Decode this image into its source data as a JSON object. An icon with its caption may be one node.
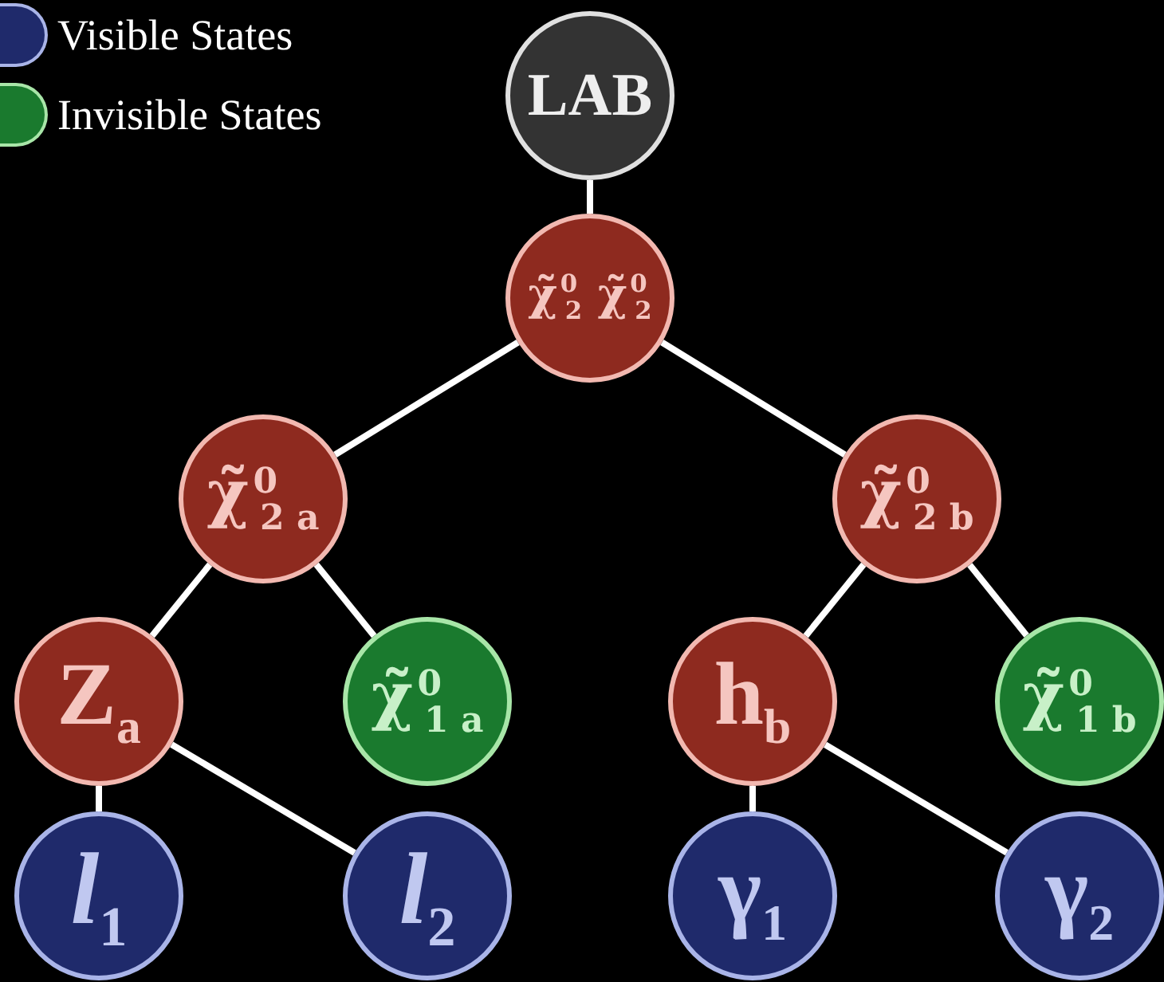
{
  "diagram": {
    "nodes": [
      {
        "text": [
          "LAB"
        ]
      },
      {
        "text": [
          "χ̃$^{0}$$_{2}$ χ̃$^{0}$$_{2}$"
        ]
      },
      {
        "text": [
          "χ̃$^{0}$$_{2 a}$"
        ]
      },
      {
        "text": [
          "χ̃$^{0}$$_{2 b}$"
        ]
      },
      {
        "text": [
          "Z$_{a}$"
        ]
      },
      {
        "text": [
          "χ̃$^{0}$$_{1 a}$"
        ]
      },
      {
        "text": [
          "h$_{b}$"
        ]
      },
      {
        "text": [
          "χ̃$^{0}$$_{1 b}$"
        ]
      },
      {
        "text": [
          "*l*$_{1}$"
        ]
      },
      {
        "text": [
          "*l*$_{2}$"
        ]
      },
      {
        "text": [
          "γ$_{1}$"
        ]
      },
      {
        "text": [
          "γ$_{2}$"
        ]
      }
    ],
    "edges": [
      {
        "from": 0,
        "to": 1,
        "arrow": "none"
      },
      {
        "from": 1,
        "to": 2,
        "arrow": "none"
      },
      {
        "from": 1,
        "to": 3,
        "arrow": "none"
      },
      {
        "from": 2,
        "to": 4,
        "arrow": "none"
      },
      {
        "from": 2,
        "to": 5,
        "arrow": "none"
      },
      {
        "from": 3,
        "to": 6,
        "arrow": "none"
      },
      {
        "from": 3,
        "to": 7,
        "arrow": "none"
      },
      {
        "from": 4,
        "to": 8,
        "arrow": "none"
      },
      {
        "from": 4,
        "to": 9,
        "arrow": "none"
      },
      {
        "from": 6,
        "to": 10,
        "arrow": "none"
      },
      {
        "from": 6,
        "to": 11,
        "arrow": "none"
      }
    ],
    "legend": [
      {
        "text": "Visible States",
        "color": "#1f2a6b"
      },
      {
        "text": "Invisible States",
        "color": "#1a7a2e"
      }
    ]
  }
}
